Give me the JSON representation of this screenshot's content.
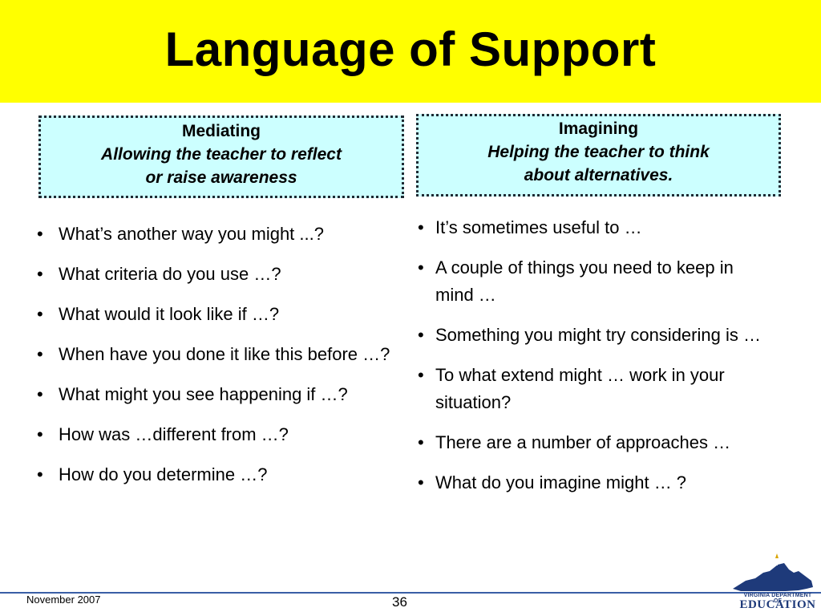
{
  "slide": {
    "title": "Language of Support"
  },
  "left_box": {
    "heading": "Mediating",
    "sub_line1": "Allowing the teacher to reflect",
    "sub_line2": "or raise awareness"
  },
  "right_box": {
    "heading": "Imagining",
    "sub_line1": "Helping the teacher to think",
    "sub_line2": "about alternatives."
  },
  "left_list": [
    "What’s another way you might ...?",
    "What criteria do you use …?",
    "What would it look like if …?",
    "When have you done it like this before …?",
    "What might you see happening if …?",
    "How was …different from …?",
    "How do you determine …?"
  ],
  "right_list": [
    "It’s sometimes useful to …",
    "A couple of things you need to keep in mind …",
    "Something you might try considering is …",
    "To what extend might … work in your situation?",
    "There are a number of approaches …",
    "What do you imagine might … ?"
  ],
  "footer": {
    "date": "November 2007",
    "page_number": "36",
    "logo_line1": "VIRGINIA DEPARTMENT OF",
    "logo_line2": "EDUCATION"
  },
  "colors": {
    "title_background": "#ffff00",
    "box_background": "#ccffff",
    "footer_rule": "#3a5fa6",
    "logo_blue": "#1e3a7a"
  }
}
